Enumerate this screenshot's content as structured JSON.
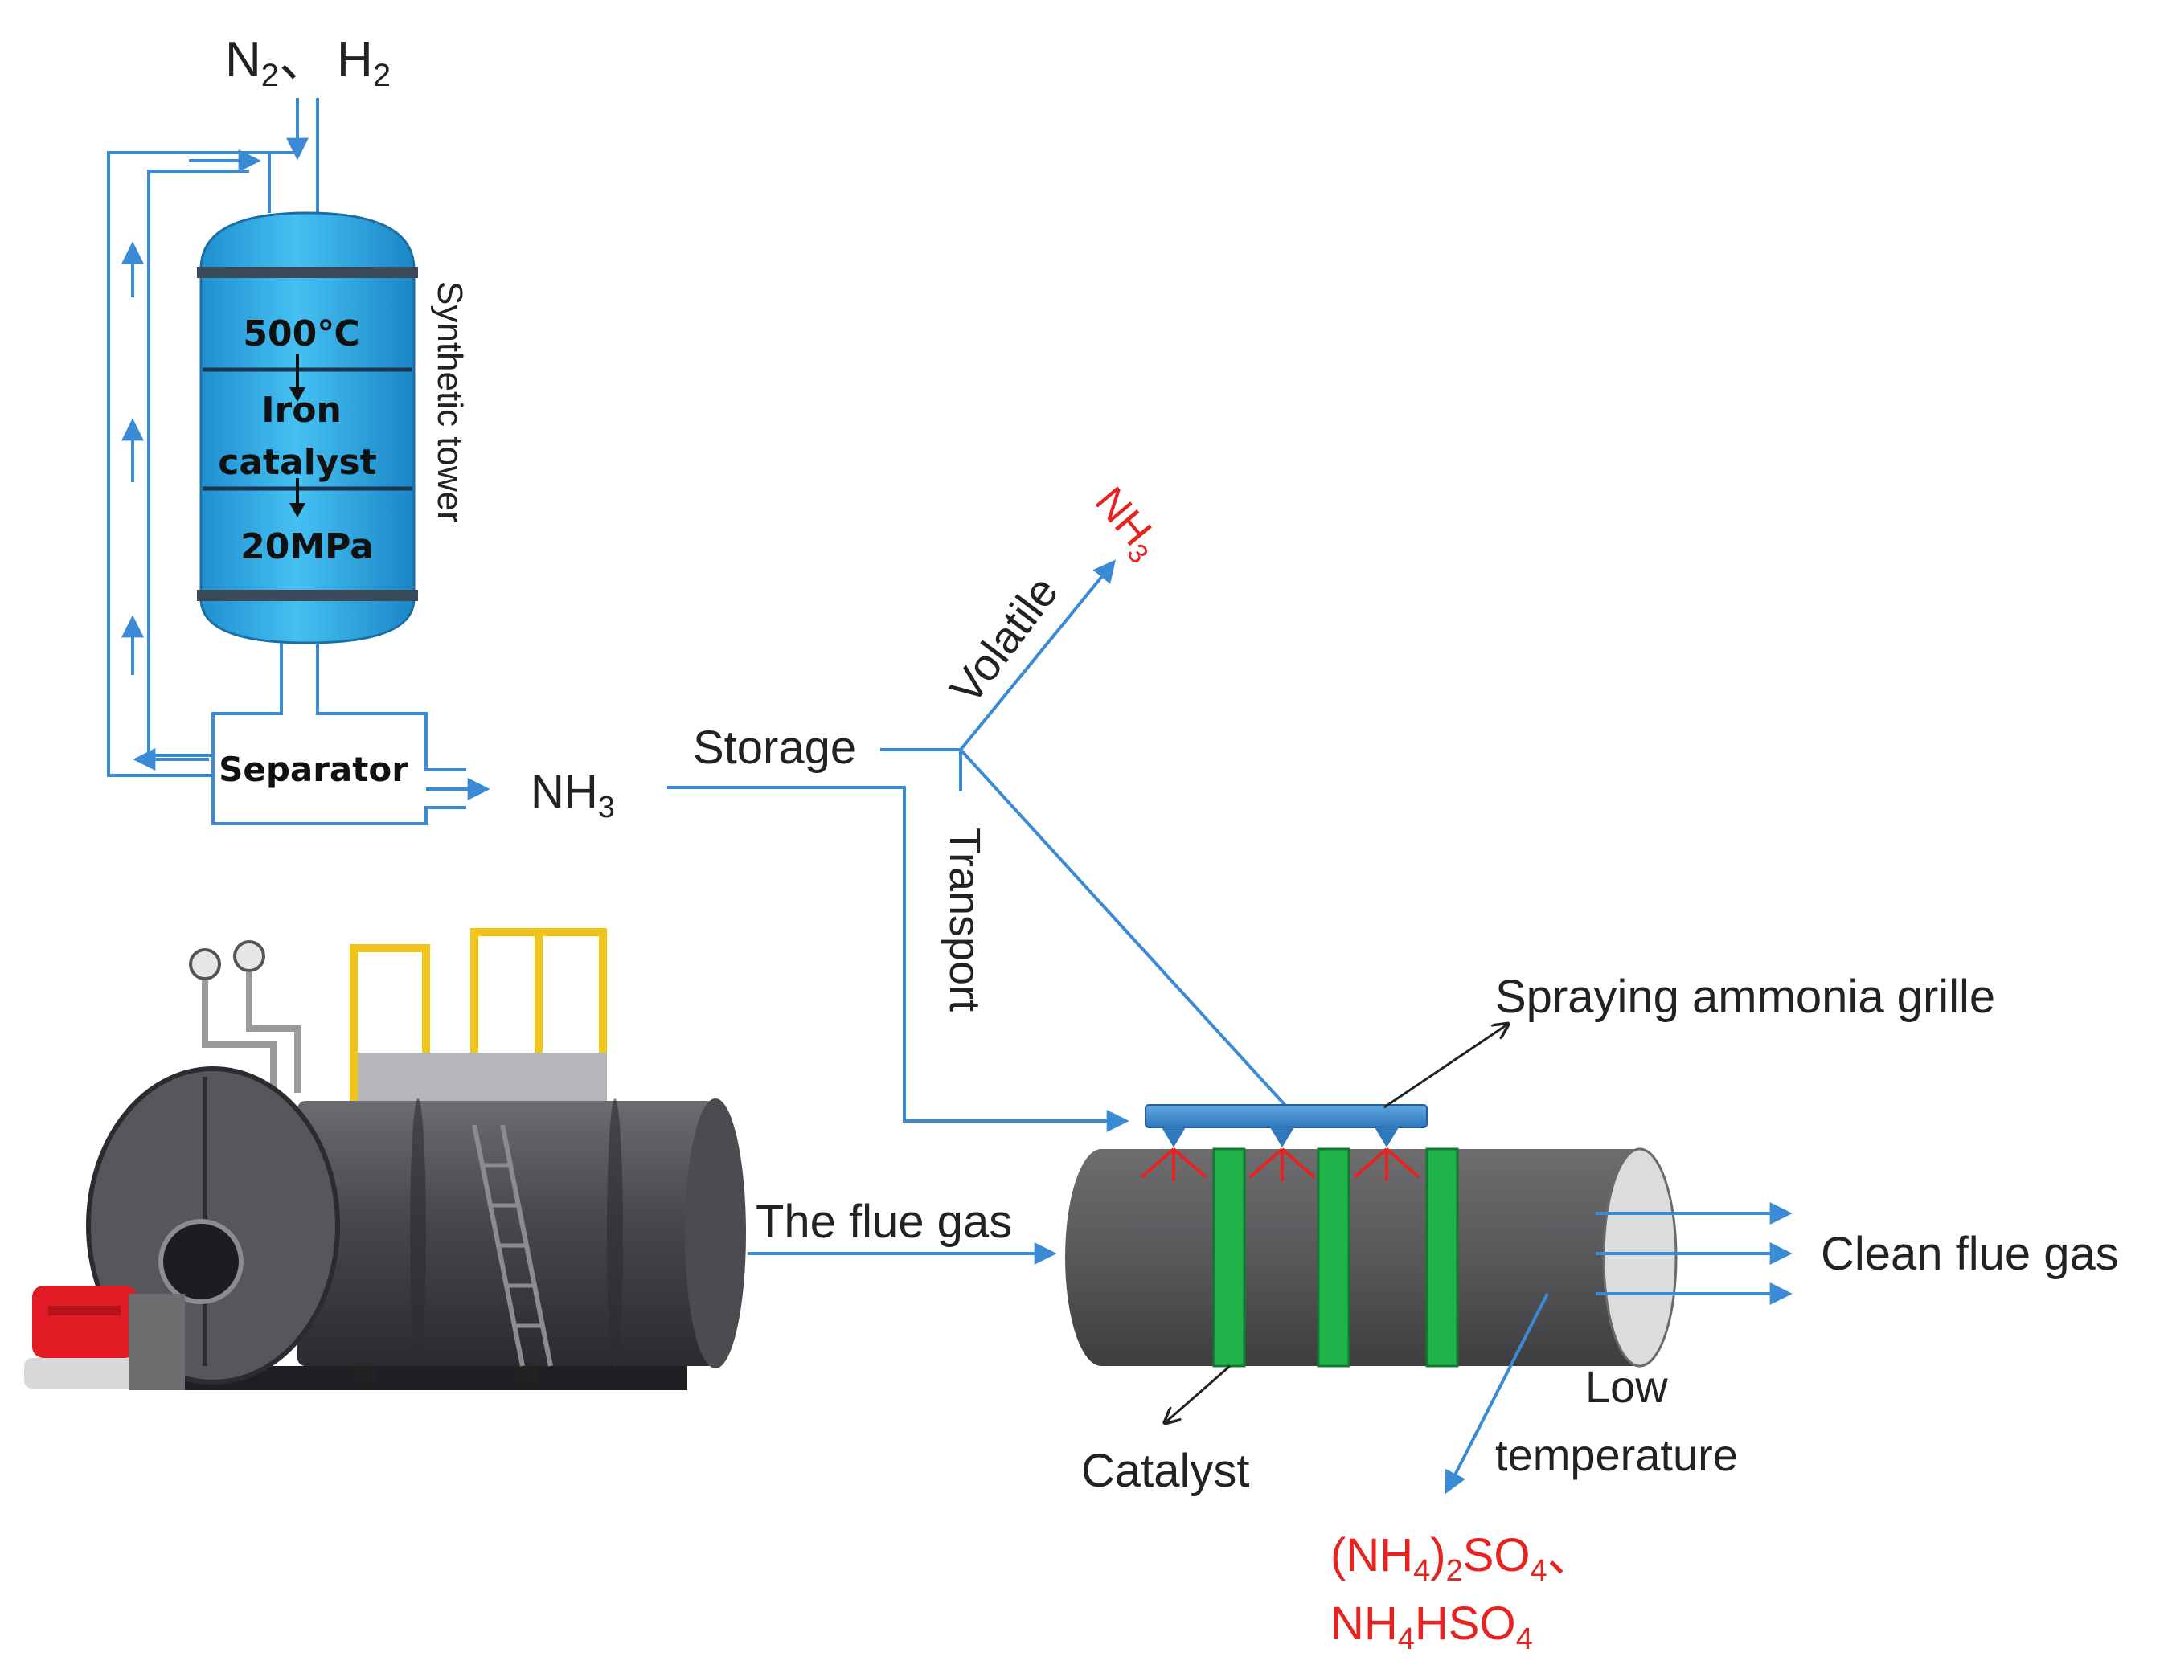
{
  "figure": {
    "inputs": {
      "n2": "N",
      "n2_sub": "2",
      "sep": "、",
      "h2": "H",
      "h2_sub": "2"
    },
    "tower": {
      "label": "Synthetic tower",
      "temperature": "500℃",
      "catalyst_line1": "Iron",
      "catalyst_line2": "catalyst",
      "pressure": "20MPa"
    },
    "separator": {
      "label": "Separator"
    },
    "ammonia_product": {
      "base": "NH",
      "sub": "3"
    },
    "storage": "Storage",
    "volatile": "Volatile",
    "volatile_product": {
      "base": "NH",
      "sub": "3"
    },
    "transport": "Transport",
    "spraying_grille": "Spraying ammonia grille",
    "flue_gas": "The flue gas",
    "clean_flue_gas": "Clean flue gas",
    "catalyst": "Catalyst",
    "low_temp_line1": "Low",
    "low_temp_line2": "temperature",
    "byproducts": {
      "a_open": "(NH",
      "a_sub1": "4",
      "a_mid": ")",
      "a_sub2": "2",
      "a_so": "SO",
      "a_sub3": "4",
      "a_sep": "、",
      "b_nh": "NH",
      "b_sub1": "4",
      "b_hso": "HSO",
      "b_sub2": "4"
    }
  },
  "colors": {
    "flow_line": "#3b8ad6",
    "tower_blue": "#2ba8e6",
    "catalyst_green": "#1fb34a",
    "highlight_red": "#e8231f",
    "reactor_gray": "#5a5a5c",
    "boiler_gray": "#3f4145"
  },
  "icons": {
    "boiler": "industrial-boiler-icon",
    "burner": "red-burner-icon",
    "gauge": "pressure-gauge-icon"
  }
}
